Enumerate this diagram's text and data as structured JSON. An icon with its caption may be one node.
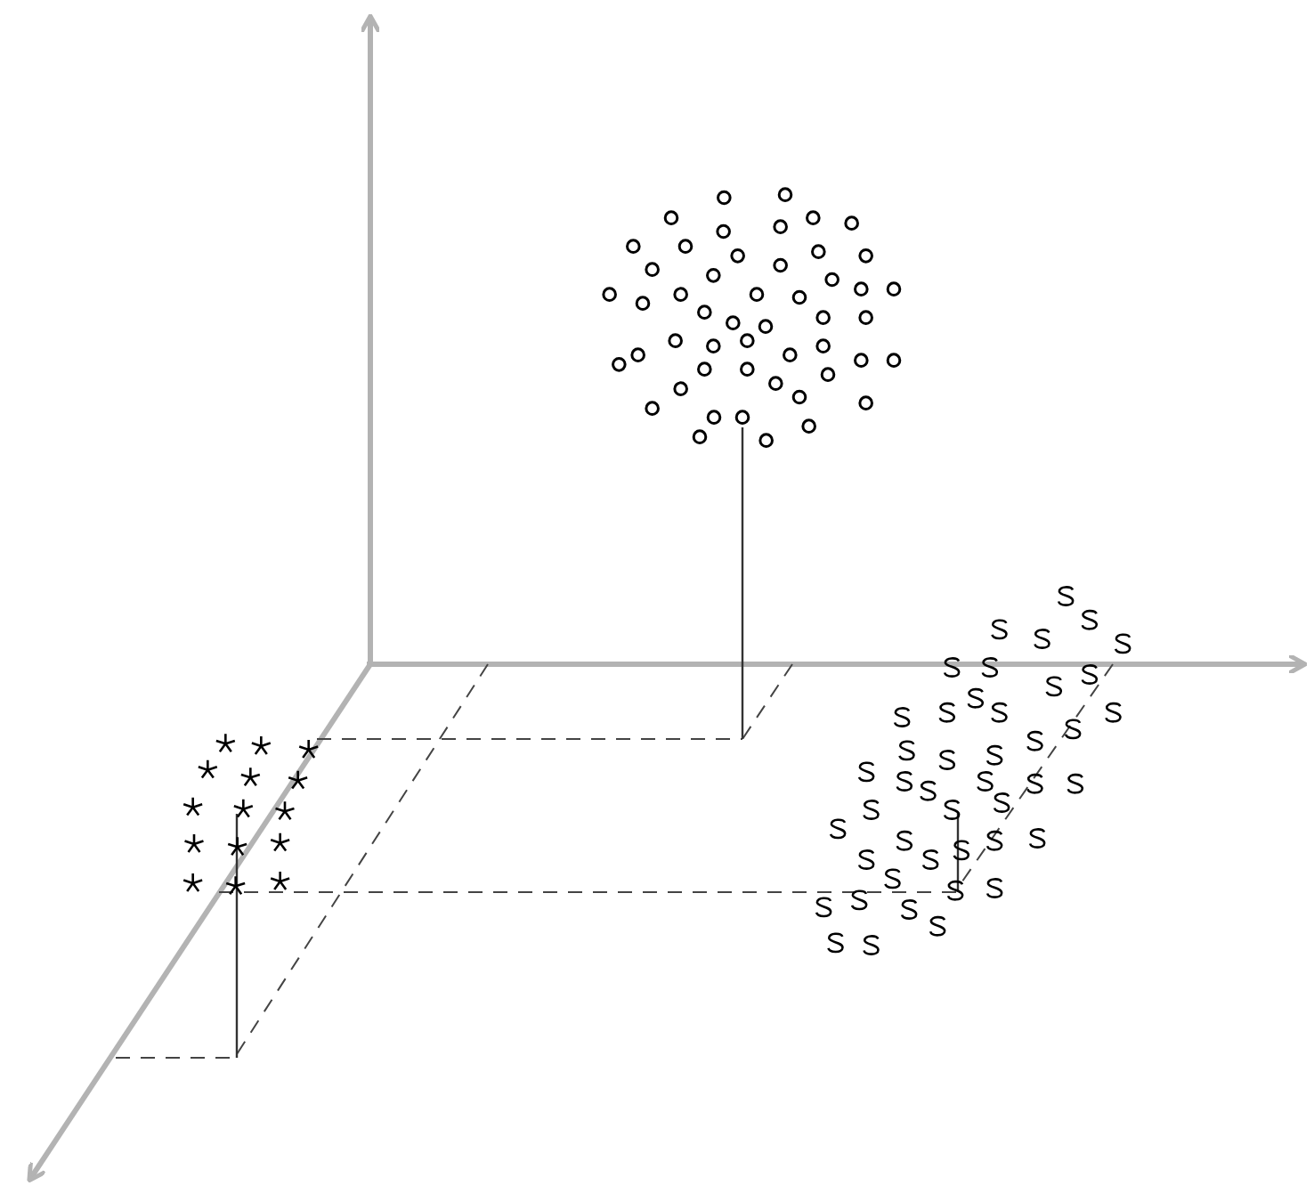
{
  "diagram": {
    "nodes": [
      {
        "text": [],
        "shape": "picture"
      },
      {
        "text": [],
        "shape": "picture"
      },
      {
        "text": [],
        "shape": "picture"
      }
    ]
  }
}
